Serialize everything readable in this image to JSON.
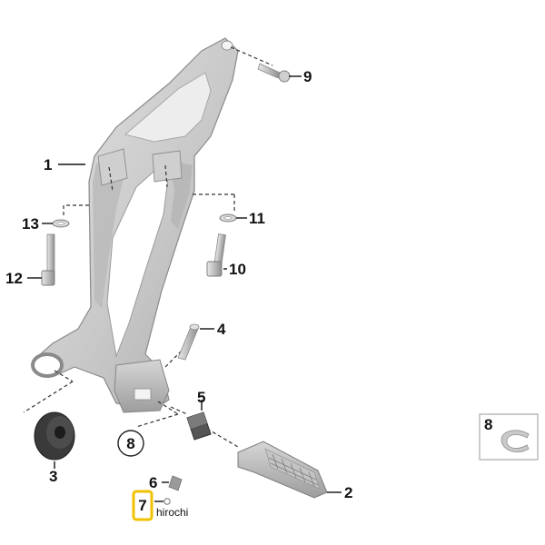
{
  "callouts": {
    "c1": "1",
    "c2": "2",
    "c3": "3",
    "c4": "4",
    "c5": "5",
    "c6": "6",
    "c7": "7",
    "c8_circle": "8",
    "c8_box": "8",
    "c9": "9",
    "c10": "10",
    "c11": "11",
    "c12": "12",
    "c13": "13"
  },
  "watermark": "hirochi",
  "colors": {
    "part_light": "#d9d9d9",
    "part_mid": "#b5b5b5",
    "part_dark": "#8f8f8f",
    "rubber": "#3a3a3a",
    "highlight_box": "#f2c200",
    "inset_border": "#aaaaaa"
  }
}
